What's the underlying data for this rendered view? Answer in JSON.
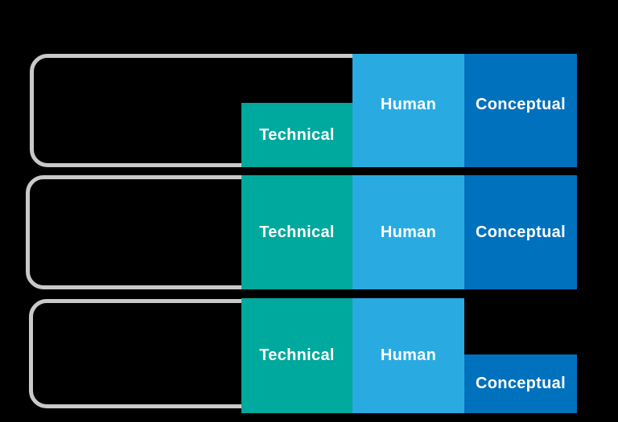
{
  "diagram": {
    "background_color": "#000000",
    "outline_color": "#C9C9C9",
    "label_color": "#FFFFFF",
    "skills": {
      "technical": {
        "label": "Technical",
        "color": "#00A99D"
      },
      "human": {
        "label": "Human",
        "color": "#29ABE2"
      },
      "conceptual": {
        "label": "Conceptual",
        "color": "#0071BC"
      }
    },
    "rows": [
      {
        "name": "top",
        "blocks": [
          "technical",
          "human",
          "conceptual"
        ]
      },
      {
        "name": "middle",
        "blocks": [
          "technical",
          "human",
          "conceptual"
        ]
      },
      {
        "name": "bottom",
        "blocks": [
          "technical",
          "human",
          "conceptual"
        ]
      }
    ]
  }
}
